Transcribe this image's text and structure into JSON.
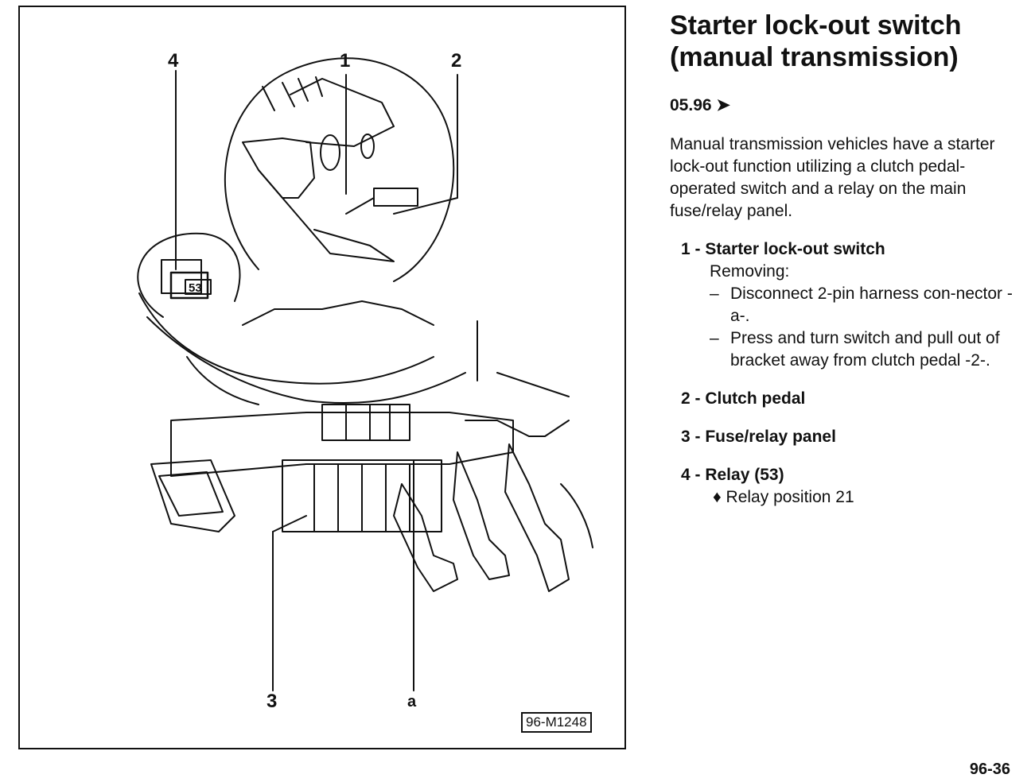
{
  "figure": {
    "callouts": {
      "c1": "1",
      "c2": "2",
      "c3": "3",
      "c4": "4",
      "ca": "a"
    },
    "relay_label": "53",
    "figure_id": "96-M1248"
  },
  "title_line1": "Starter lock-out switch",
  "title_line2": "(manual transmission)",
  "date_code": "05.96 ➤",
  "intro": "Manual transmission vehicles have a starter lock-out function utilizing a clutch pedal-operated switch and a relay on the main fuse/relay panel.",
  "items": [
    {
      "heading": "1 - Starter lock-out switch",
      "sub": "Removing:",
      "steps": [
        "Disconnect 2-pin harness con-nector -a-.",
        "Press and turn switch and pull out of bracket away from clutch pedal -2-."
      ]
    },
    {
      "heading": "2 - Clutch pedal"
    },
    {
      "heading": "3 - Fuse/relay panel"
    },
    {
      "heading": "4 - Relay (53)",
      "bullet": "♦ Relay position 21"
    }
  ],
  "page_number": "96-36",
  "step_marker": "–"
}
